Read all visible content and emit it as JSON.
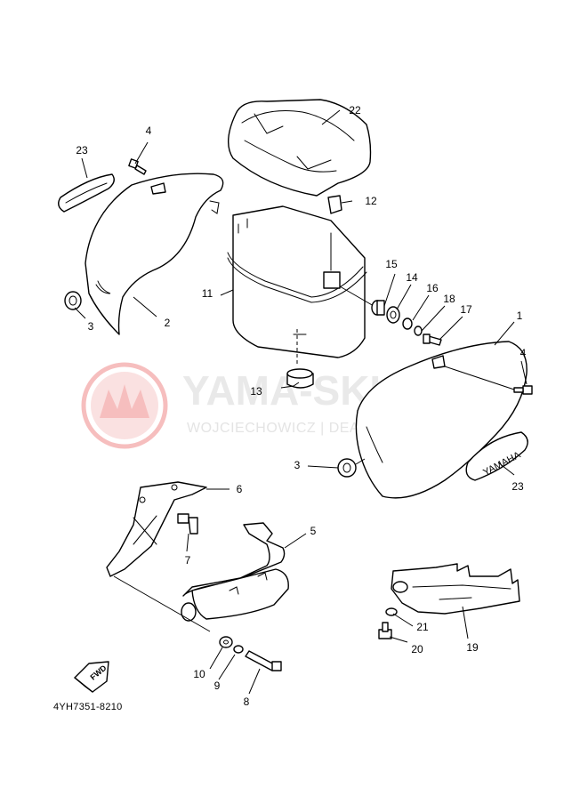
{
  "watermark": {
    "title": "YAMA-SKLEP.PL",
    "subtitle": "WOJCIECHOWICZ | DEALER YAMAHA",
    "logo_color": "#f3b0b0"
  },
  "diagram_code": "4YH7351-8210",
  "fwd_label": "FWD",
  "emblem_label": "YAMAHA",
  "callouts": {
    "c1": "1",
    "c2": "2",
    "c3a": "3",
    "c3b": "3",
    "c4a": "4",
    "c4b": "4",
    "c5": "5",
    "c6": "6",
    "c7": "7",
    "c8": "8",
    "c9": "9",
    "c10": "10",
    "c11": "11",
    "c12": "12",
    "c13": "13",
    "c14": "14",
    "c15": "15",
    "c16": "16",
    "c17": "17",
    "c18": "18",
    "c19": "19",
    "c20": "20",
    "c21": "21",
    "c22": "22",
    "c23a": "23",
    "c23b": "23"
  }
}
